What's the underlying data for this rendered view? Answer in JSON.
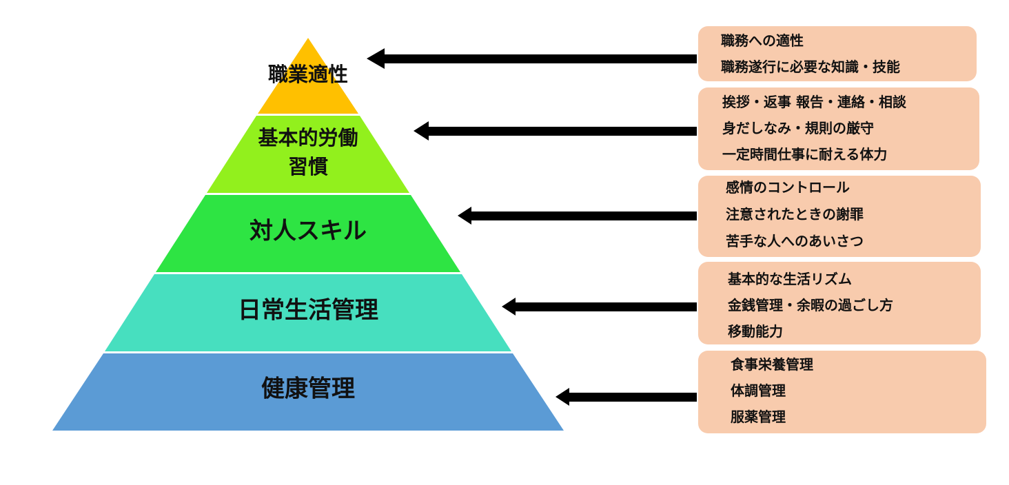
{
  "tiers": [
    {
      "label_lines": [
        "職業適性"
      ],
      "color": "#ffc000",
      "notes": [
        "職務への適性",
        "職務遂行に必要な知識・技能"
      ]
    },
    {
      "label_lines": [
        "基本的労働",
        "習慣"
      ],
      "color": "#92f01d",
      "notes": [
        "挨拶・返事 報告・連絡・相談",
        "身だしなみ・規則の厳守",
        "一定時間仕事に耐える体力"
      ]
    },
    {
      "label_lines": [
        "対人スキル"
      ],
      "color": "#2ee443",
      "notes": [
        "感情のコントロール",
        "注意されたときの謝罪",
        "苦手な人へのあいさつ"
      ]
    },
    {
      "label_lines": [
        "日常生活管理"
      ],
      "color": "#47dfbf",
      "notes": [
        "基本的な生活リズム",
        "金銭管理・余暇の過ごし方",
        "移動能力"
      ]
    },
    {
      "label_lines": [
        "健康管理"
      ],
      "color": "#5b9bd5",
      "notes": [
        "食事栄養管理",
        "体調管理",
        "服薬管理"
      ]
    }
  ],
  "note_box_color": "#f8cbad",
  "arrow_color": "#000000"
}
